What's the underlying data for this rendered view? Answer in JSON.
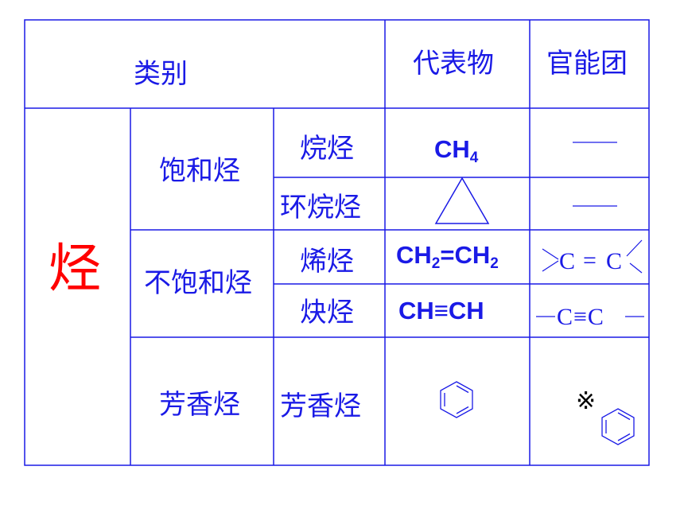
{
  "header": {
    "category": "类别",
    "representative": "代表物",
    "functional_group": "官能团"
  },
  "hydrocarbon_label": "烃",
  "groups": {
    "saturated": "饱和烃",
    "unsaturated": "不饱和烃",
    "aromatic": "芳香烃"
  },
  "subtypes": {
    "alkane": "烷烃",
    "cycloalkane": "环烷烃",
    "alkene": "烯烃",
    "alkyne": "炔烃",
    "aromatic": "芳香烃"
  },
  "representatives": {
    "alkane": {
      "prefix": "CH",
      "sub": "4"
    },
    "alkene": {
      "p1": "CH",
      "s1": "2",
      "mid": "=CH",
      "s2": "2"
    },
    "alkyne": "CH≡CH"
  },
  "functional_groups": {
    "alkene_c1": "C",
    "alkene_bond": "=",
    "alkene_c2": "C",
    "alkyne_text": "C≡C",
    "aromatic_mark": "※"
  },
  "icons": {
    "cycloalkane": "triangle-icon",
    "benzene": "benzene-ring-icon",
    "single-bond": "horizontal-line-icon"
  },
  "colors": {
    "text": "#1a1ae6",
    "highlight": "#ff0000",
    "grid": "#1a1ae6"
  }
}
